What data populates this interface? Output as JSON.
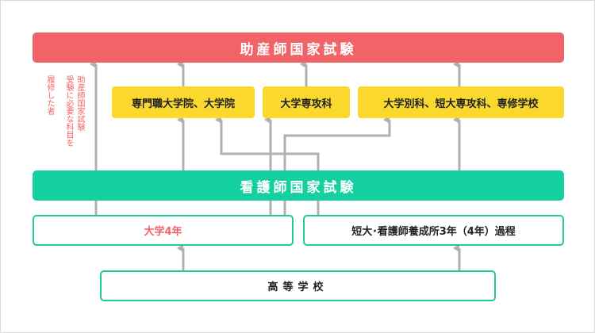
{
  "exams": {
    "midwife": "助産師国家試験",
    "nurse": "看護師国家試験"
  },
  "graduate": {
    "professional_grad": "専門職大学院、大学院",
    "advanced_course": "大学専攻科",
    "programs": "大学別科、短大専攻科、専修学校"
  },
  "routes": {
    "university": "大学4年",
    "college": "短大･看護師養成所3年（4年）過程",
    "high_school": "高等学校"
  },
  "note": {
    "line_a": "助産師国家試験",
    "line_b": "受験に必要な科目を",
    "line_c": "履修した者"
  },
  "colors": {
    "midwife_red": "#f06467",
    "nurse_green": "#14d0a0",
    "course_yellow": "#fad82e",
    "arrow_gray": "#b0b0b0"
  }
}
